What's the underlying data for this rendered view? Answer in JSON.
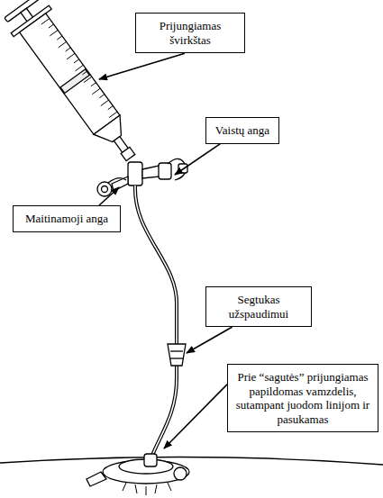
{
  "diagram": {
    "nodes": [
      {
        "text": [
          "Prijungiamas švirkštas"
        ]
      },
      {
        "text": [
          "Vaistų anga"
        ]
      },
      {
        "text": [
          "Maitinamoji anga"
        ]
      },
      {
        "text": [
          "Segtukas užspaudimui"
        ]
      },
      {
        "text": [
          "Prie “sagutės” prijungiamas papildomas vamzdelis, sutampant juodom linijom ir pasukamas"
        ]
      }
    ]
  }
}
